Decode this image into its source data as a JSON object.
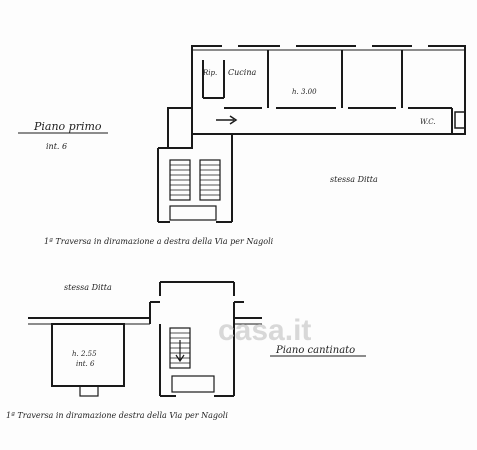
{
  "upper": {
    "title": "Piano primo",
    "interno": "int. 6",
    "rooms": {
      "rip": "Rip.",
      "cucina": "Cucina",
      "height": "h. 3.00",
      "wc": "W.C."
    },
    "neighbor": "stessa Ditta",
    "caption": "1ª Traversa in diramazione a destra della Via per Nagoli"
  },
  "lower": {
    "title": "Piano cantinato",
    "neighbor": "stessa Ditta",
    "rooms": {
      "height": "h. 2.55",
      "interno": "int. 6"
    },
    "caption": "1ª Traversa in diramazione destra della Via per Nagoli"
  },
  "watermark": "casa.it"
}
